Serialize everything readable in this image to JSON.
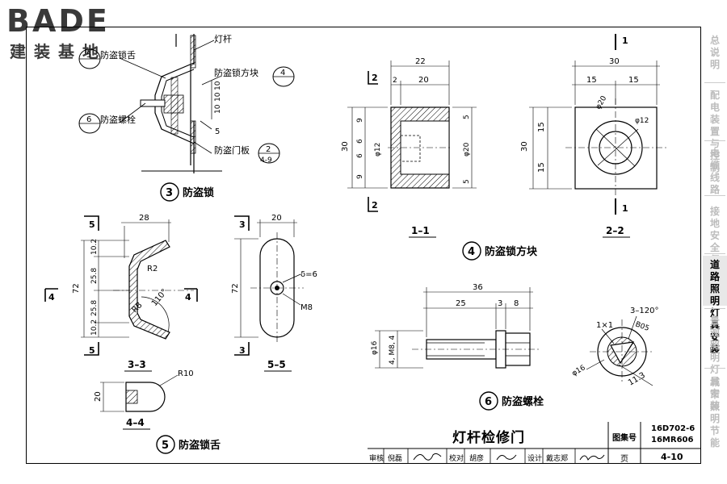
{
  "logo": {
    "main": "BADE",
    "sub": "建装基地"
  },
  "side_nav": [
    {
      "label": "总说明",
      "active": false
    },
    {
      "label": "配电装置与控制",
      "active": false
    },
    {
      "label": "电缆线路",
      "active": false
    },
    {
      "label": "接地安全保护",
      "active": false
    },
    {
      "label": "道路照明灯具安装",
      "active": true
    },
    {
      "label": "景观照明灯具安装",
      "active": false
    },
    {
      "label": "城市照明节能",
      "active": false
    }
  ],
  "labels": {
    "pole": "灯杆",
    "lock_block": "防盗锁方块",
    "lock_tongue": "防盗锁舌",
    "bolt": "防盗螺栓",
    "door_plate": "防盗门板",
    "ref4": "4",
    "ref5": "5",
    "ref6": "6",
    "ref2": "2",
    "ref49": "4-9",
    "refbot": "—",
    "five": "5",
    "fig3_num": "3",
    "fig3_title": "防盗锁",
    "fig4_num": "4",
    "fig4_title": "防盗锁方块",
    "fig5_num": "5",
    "fig5_title": "防盗锁舌",
    "fig6_num": "6",
    "fig6_title": "防盗螺栓",
    "sec11": "1–1",
    "sec22": "2–2",
    "sec33": "3–3",
    "sec55": "5–5",
    "sec44": "4–4"
  },
  "dims": {
    "d22": "22",
    "d20": "20",
    "d2": "2",
    "d30": "30",
    "d15": "15",
    "d9": "9",
    "d6": "6",
    "d5": "5",
    "phi12": "φ12",
    "phi20": "φ20",
    "d28": "28",
    "d10_2": "10.2",
    "d25_8": "25.8",
    "d72": "72",
    "r2": "R2",
    "r8": "R8",
    "ang110": "110°",
    "delta6": "δ=6",
    "m8": "M8",
    "r10": "R10",
    "d36": "36",
    "d25": "25",
    "d3": "3",
    "d8": "8",
    "d4": "4",
    "phi16": "φ16",
    "m8d4": "4, M8, 4",
    "ang120": "3–120°",
    "b05": "B05",
    "x11": "1×1",
    "d11_3": "11.3",
    "d10": "10",
    "sec1": "1",
    "sec2": "2",
    "sec3": "3",
    "sec4": "4",
    "sec5": "5"
  },
  "title_block": {
    "title": "灯杆检修门",
    "atlas_label": "图集号",
    "atlas_no1": "16D702-6",
    "atlas_no2": "16MR606",
    "page_label": "页",
    "page_no": "4-10",
    "review": "审核",
    "reviewer": "倪磊",
    "check": "校对",
    "checker": "胡彦",
    "design": "设计",
    "designer": "戴志郑"
  }
}
